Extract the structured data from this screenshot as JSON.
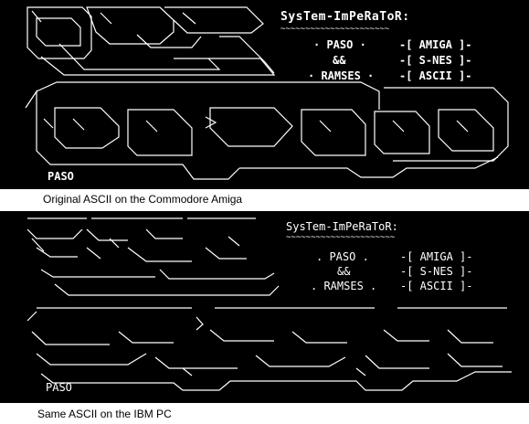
{
  "header": {
    "group": "SysTem-ImPeRaToR:",
    "underline": "~~~~~~~~~~~~~~~~~~~~~~"
  },
  "members": {
    "amiga": [
      "· PASO ·",
      "&&",
      "· RAMSES ·"
    ],
    "ibm": [
      ". PASO .",
      "&&",
      ". RAMSES ."
    ]
  },
  "platforms": [
    "-[ AMIGA ]-",
    "-[ S-NES ]-",
    "-[ ASCII ]-"
  ],
  "signature": "PASO",
  "captions": {
    "amiga": "Original ASCII on the Commodore Amiga",
    "ibm": "Same ASCII on the IBM PC"
  },
  "colors": {
    "background": "#000000",
    "foreground": "#ffffff",
    "page": "#ffffff"
  }
}
